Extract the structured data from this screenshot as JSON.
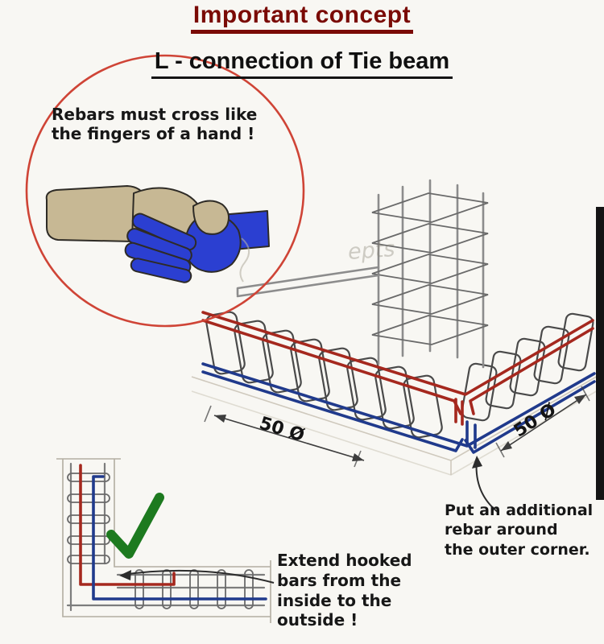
{
  "header": {
    "title": "Important concept",
    "subtitle": "L - connection of Tie beam"
  },
  "annotations": {
    "hands_note": "Rebars must cross like\nthe fingers of a hand !",
    "corner_note": "Put an additional\nrebar around\nthe outer corner.",
    "extend_note": "Extend hooked\nbars from the\ninside to the\noutside !"
  },
  "dimensions": {
    "left_beam": "50 Ø",
    "right_beam": "50 Ø"
  },
  "watermark": "epts",
  "colors": {
    "title_red": "#7a0a05",
    "emphasis_ellipse_red": "#cf4436",
    "rebar_red": "#a5281e",
    "rebar_blue": "#203a8c",
    "check_green": "#1d7a1f",
    "hand_tan": "#c7b894",
    "hand_blue": "#2b3fd1"
  }
}
